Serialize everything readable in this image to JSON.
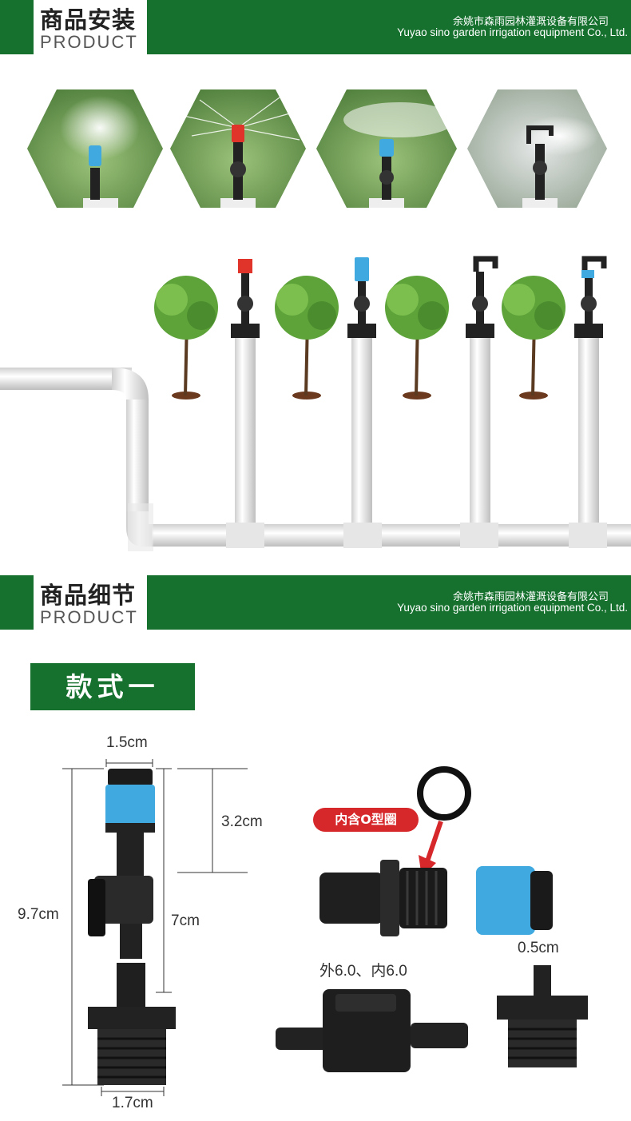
{
  "install_banner": {
    "cn_title": "商品安装",
    "en_title": "PRODUCT",
    "company_cn": "余姚市森雨园林灌溉设备有限公司",
    "company_en": "Yuyao sino garden irrigation equipment Co., Ltd."
  },
  "detail_banner": {
    "cn_title": "商品细节",
    "en_title": "PRODUCT",
    "company_cn": "余姚市森雨园林灌溉设备有限公司",
    "company_en": "Yuyao sino garden irrigation equipment Co., Ltd."
  },
  "style_label": "款式一",
  "dimensions": {
    "top_width": "1.5cm",
    "cap_height": "3.2cm",
    "total_height": "9.7cm",
    "body_height": "7cm",
    "bottom_width": "1.7cm",
    "hose_dia": "0.5cm",
    "valve_dia": "外6.0、内6.0"
  },
  "oring_label": "内含O型圈",
  "colors": {
    "brand_green": "#16712f",
    "accent_red": "#d6272b",
    "nozzle_blue": "#3fa9e0",
    "nozzle_red": "#e0332a"
  },
  "photos": [
    {
      "nozzle_color": "#3fa9e0",
      "style": "mist"
    },
    {
      "nozzle_color": "#e0332a",
      "style": "spray"
    },
    {
      "nozzle_color": "#3fa9e0",
      "style": "fan"
    },
    {
      "nozzle_color": "#222222",
      "style": "rotary"
    }
  ]
}
